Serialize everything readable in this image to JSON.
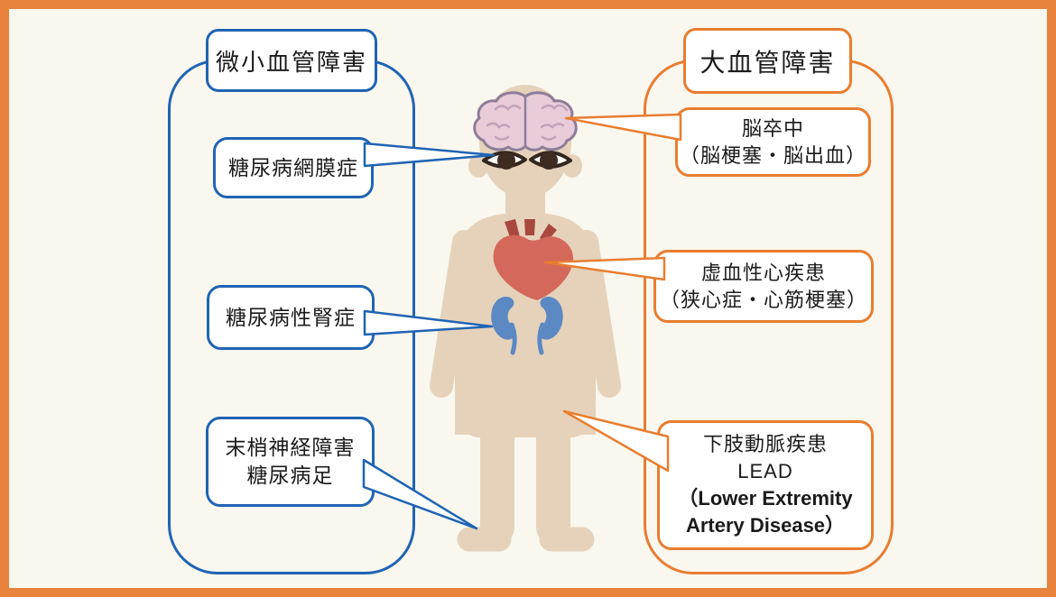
{
  "diagram_title": "",
  "colors": {
    "frame": "#E8823C",
    "background": "#FAF7EF",
    "microvascular_accent": "#1F64B4",
    "macrovascular_accent": "#E97D2F",
    "skin": "#E6D2BA",
    "brain_fill": "#E8CCD9",
    "brain_outline": "#8E7C98",
    "heart_fill": "#D4685A",
    "heart_vessels": "#A8483E",
    "kidney_fill": "#5C88C4",
    "eye_dark": "#3E2C22"
  },
  "left_panel": {
    "title": "微小血管障害",
    "items": [
      {
        "name": "diabetic-retinopathy",
        "lines": [
          "糖尿病網膜症"
        ]
      },
      {
        "name": "diabetic-nephropathy",
        "lines": [
          "糖尿病性腎症"
        ]
      },
      {
        "name": "peripheral-neuropathy-diabetic-foot",
        "lines": [
          "末梢神経障害",
          "糖尿病足"
        ]
      }
    ]
  },
  "right_panel": {
    "title": "大血管障害",
    "items": [
      {
        "name": "stroke",
        "lines": [
          "脳卒中",
          "（脳梗塞・脳出血）"
        ]
      },
      {
        "name": "ischemic-heart-disease",
        "lines": [
          "虚血性心疾患",
          "（狭心症・心筋梗塞）"
        ]
      },
      {
        "name": "lower-extremity-artery-disease",
        "lines": [
          "下肢動脈疾患",
          "LEAD",
          "（Lower Extremity",
          "Artery Disease）"
        ]
      }
    ]
  },
  "figure": {
    "organs": [
      "brain",
      "eyes",
      "heart",
      "kidneys"
    ]
  }
}
